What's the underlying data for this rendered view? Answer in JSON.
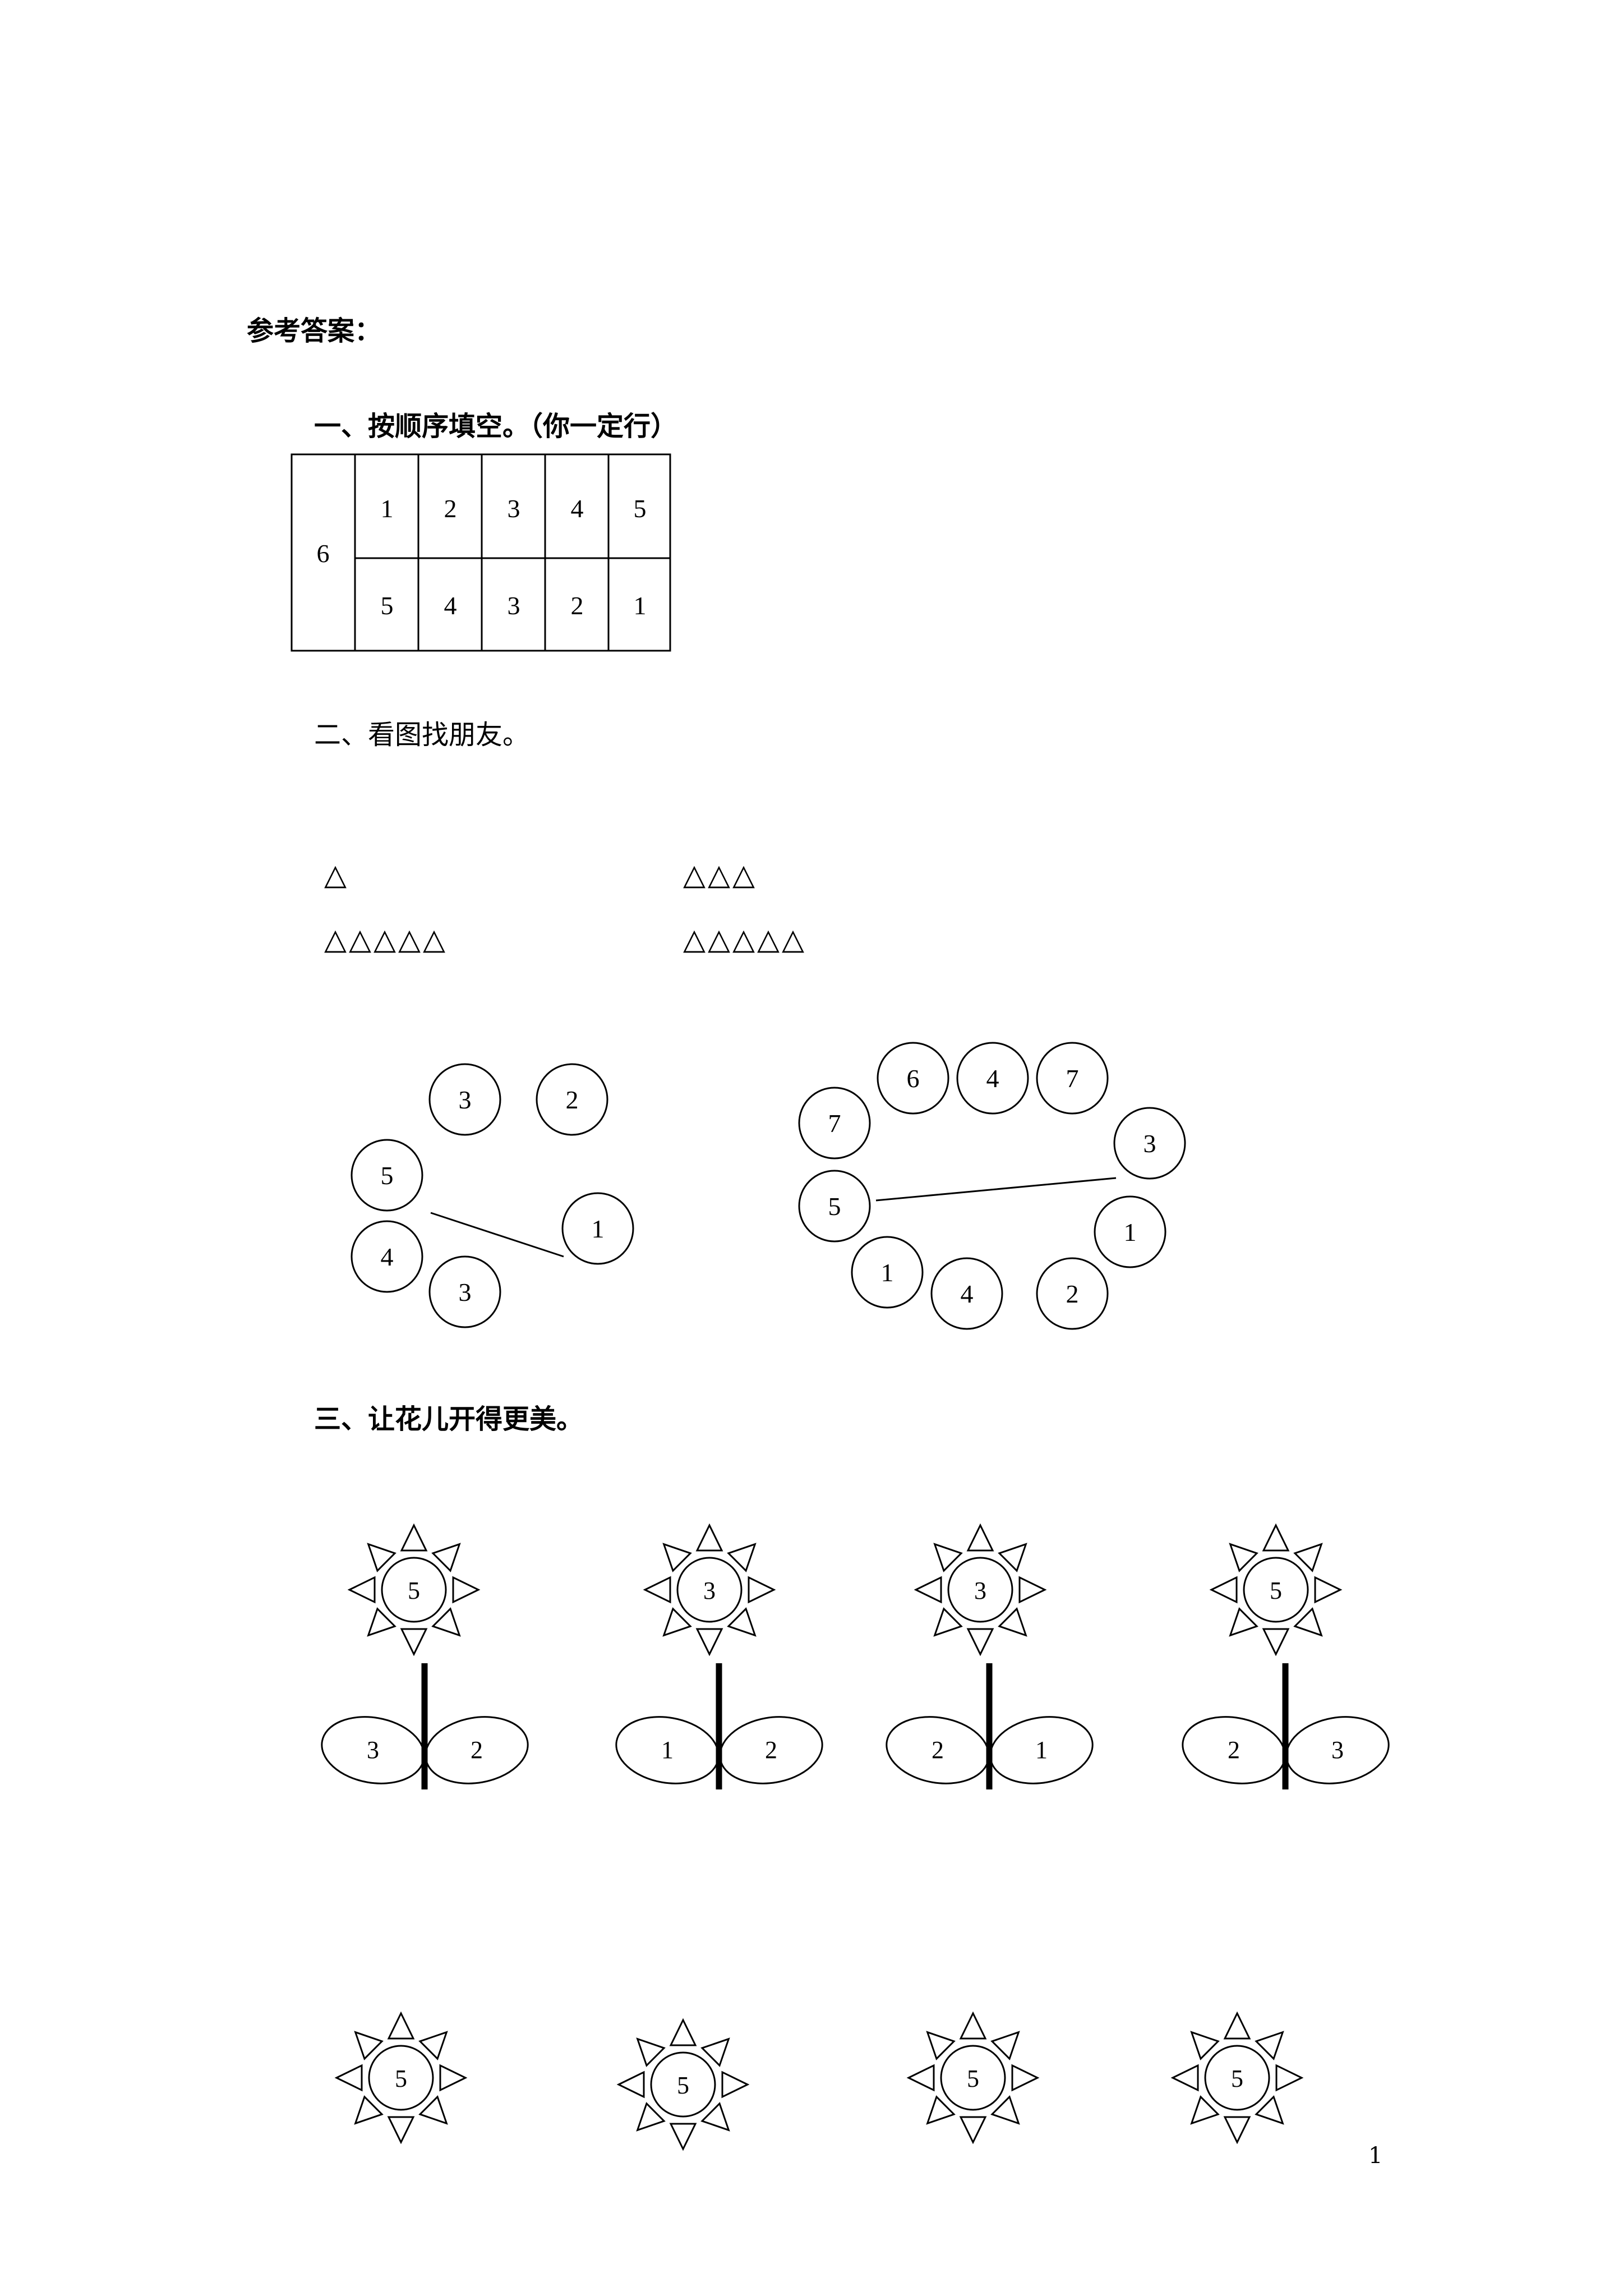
{
  "answer_title": "参考答案：",
  "section1": {
    "heading": "一、按顺序填空。（你一定行）",
    "total": "6",
    "top_row": [
      "1",
      "2",
      "3",
      "4",
      "5"
    ],
    "bottom_row": [
      "5",
      "4",
      "3",
      "2",
      "1"
    ]
  },
  "section2": {
    "heading": "二、看图找朋友。",
    "triangle_rows": [
      {
        "left": "△",
        "right": "△△△"
      },
      {
        "left": "△△△△△",
        "right": "△△△△△"
      }
    ],
    "left_ring": [
      "3",
      "2",
      "5",
      "1",
      "4",
      "3"
    ],
    "right_ring": [
      "6",
      "4",
      "7",
      "7",
      "3",
      "5",
      "1",
      "1",
      "4",
      "2"
    ]
  },
  "section3": {
    "heading": "三、让花儿开得更美。",
    "flowers_with_leaves": [
      {
        "center": "5",
        "left_leaf": "3",
        "right_leaf": "2"
      },
      {
        "center": "3",
        "left_leaf": "1",
        "right_leaf": "2"
      },
      {
        "center": "3",
        "left_leaf": "2",
        "right_leaf": "1"
      },
      {
        "center": "5",
        "left_leaf": "2",
        "right_leaf": "3"
      }
    ],
    "suns": [
      "5",
      "5",
      "5",
      "5"
    ]
  },
  "page_number": "1"
}
